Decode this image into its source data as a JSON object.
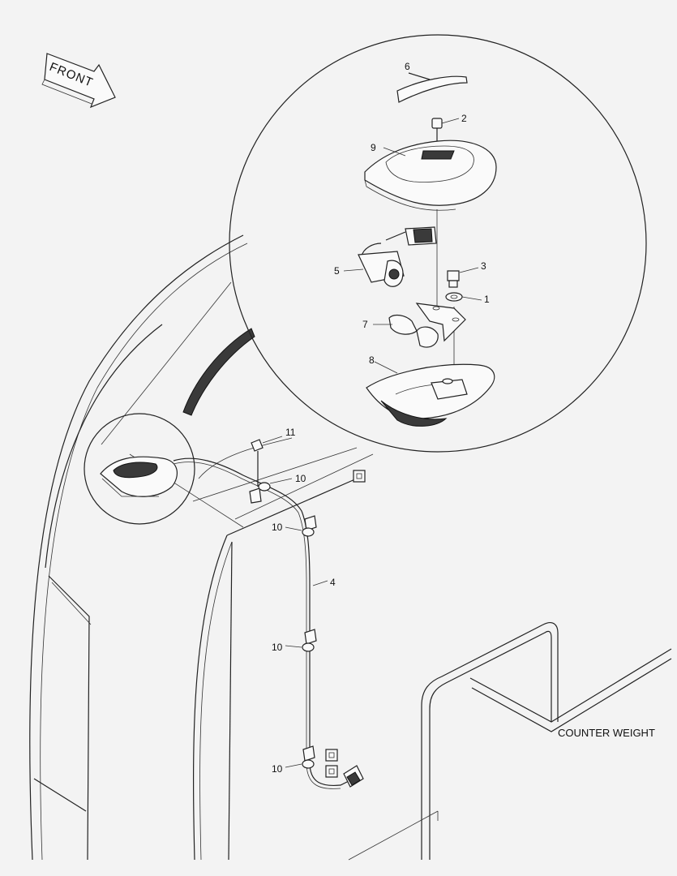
{
  "labels": {
    "front": "FRONT",
    "counter_weight": "COUNTER WEIGHT",
    "p1": "1",
    "p2": "2",
    "p3": "3",
    "p4": "4",
    "p5": "5",
    "p6": "6",
    "p7": "7",
    "p8": "8",
    "p9": "9",
    "p10a": "10",
    "p10b": "10",
    "p10c": "10",
    "p10d": "10",
    "p11": "11"
  },
  "colors": {
    "background": "#f3f3f3",
    "line": "#222222",
    "shade": "#3a3a3a"
  }
}
